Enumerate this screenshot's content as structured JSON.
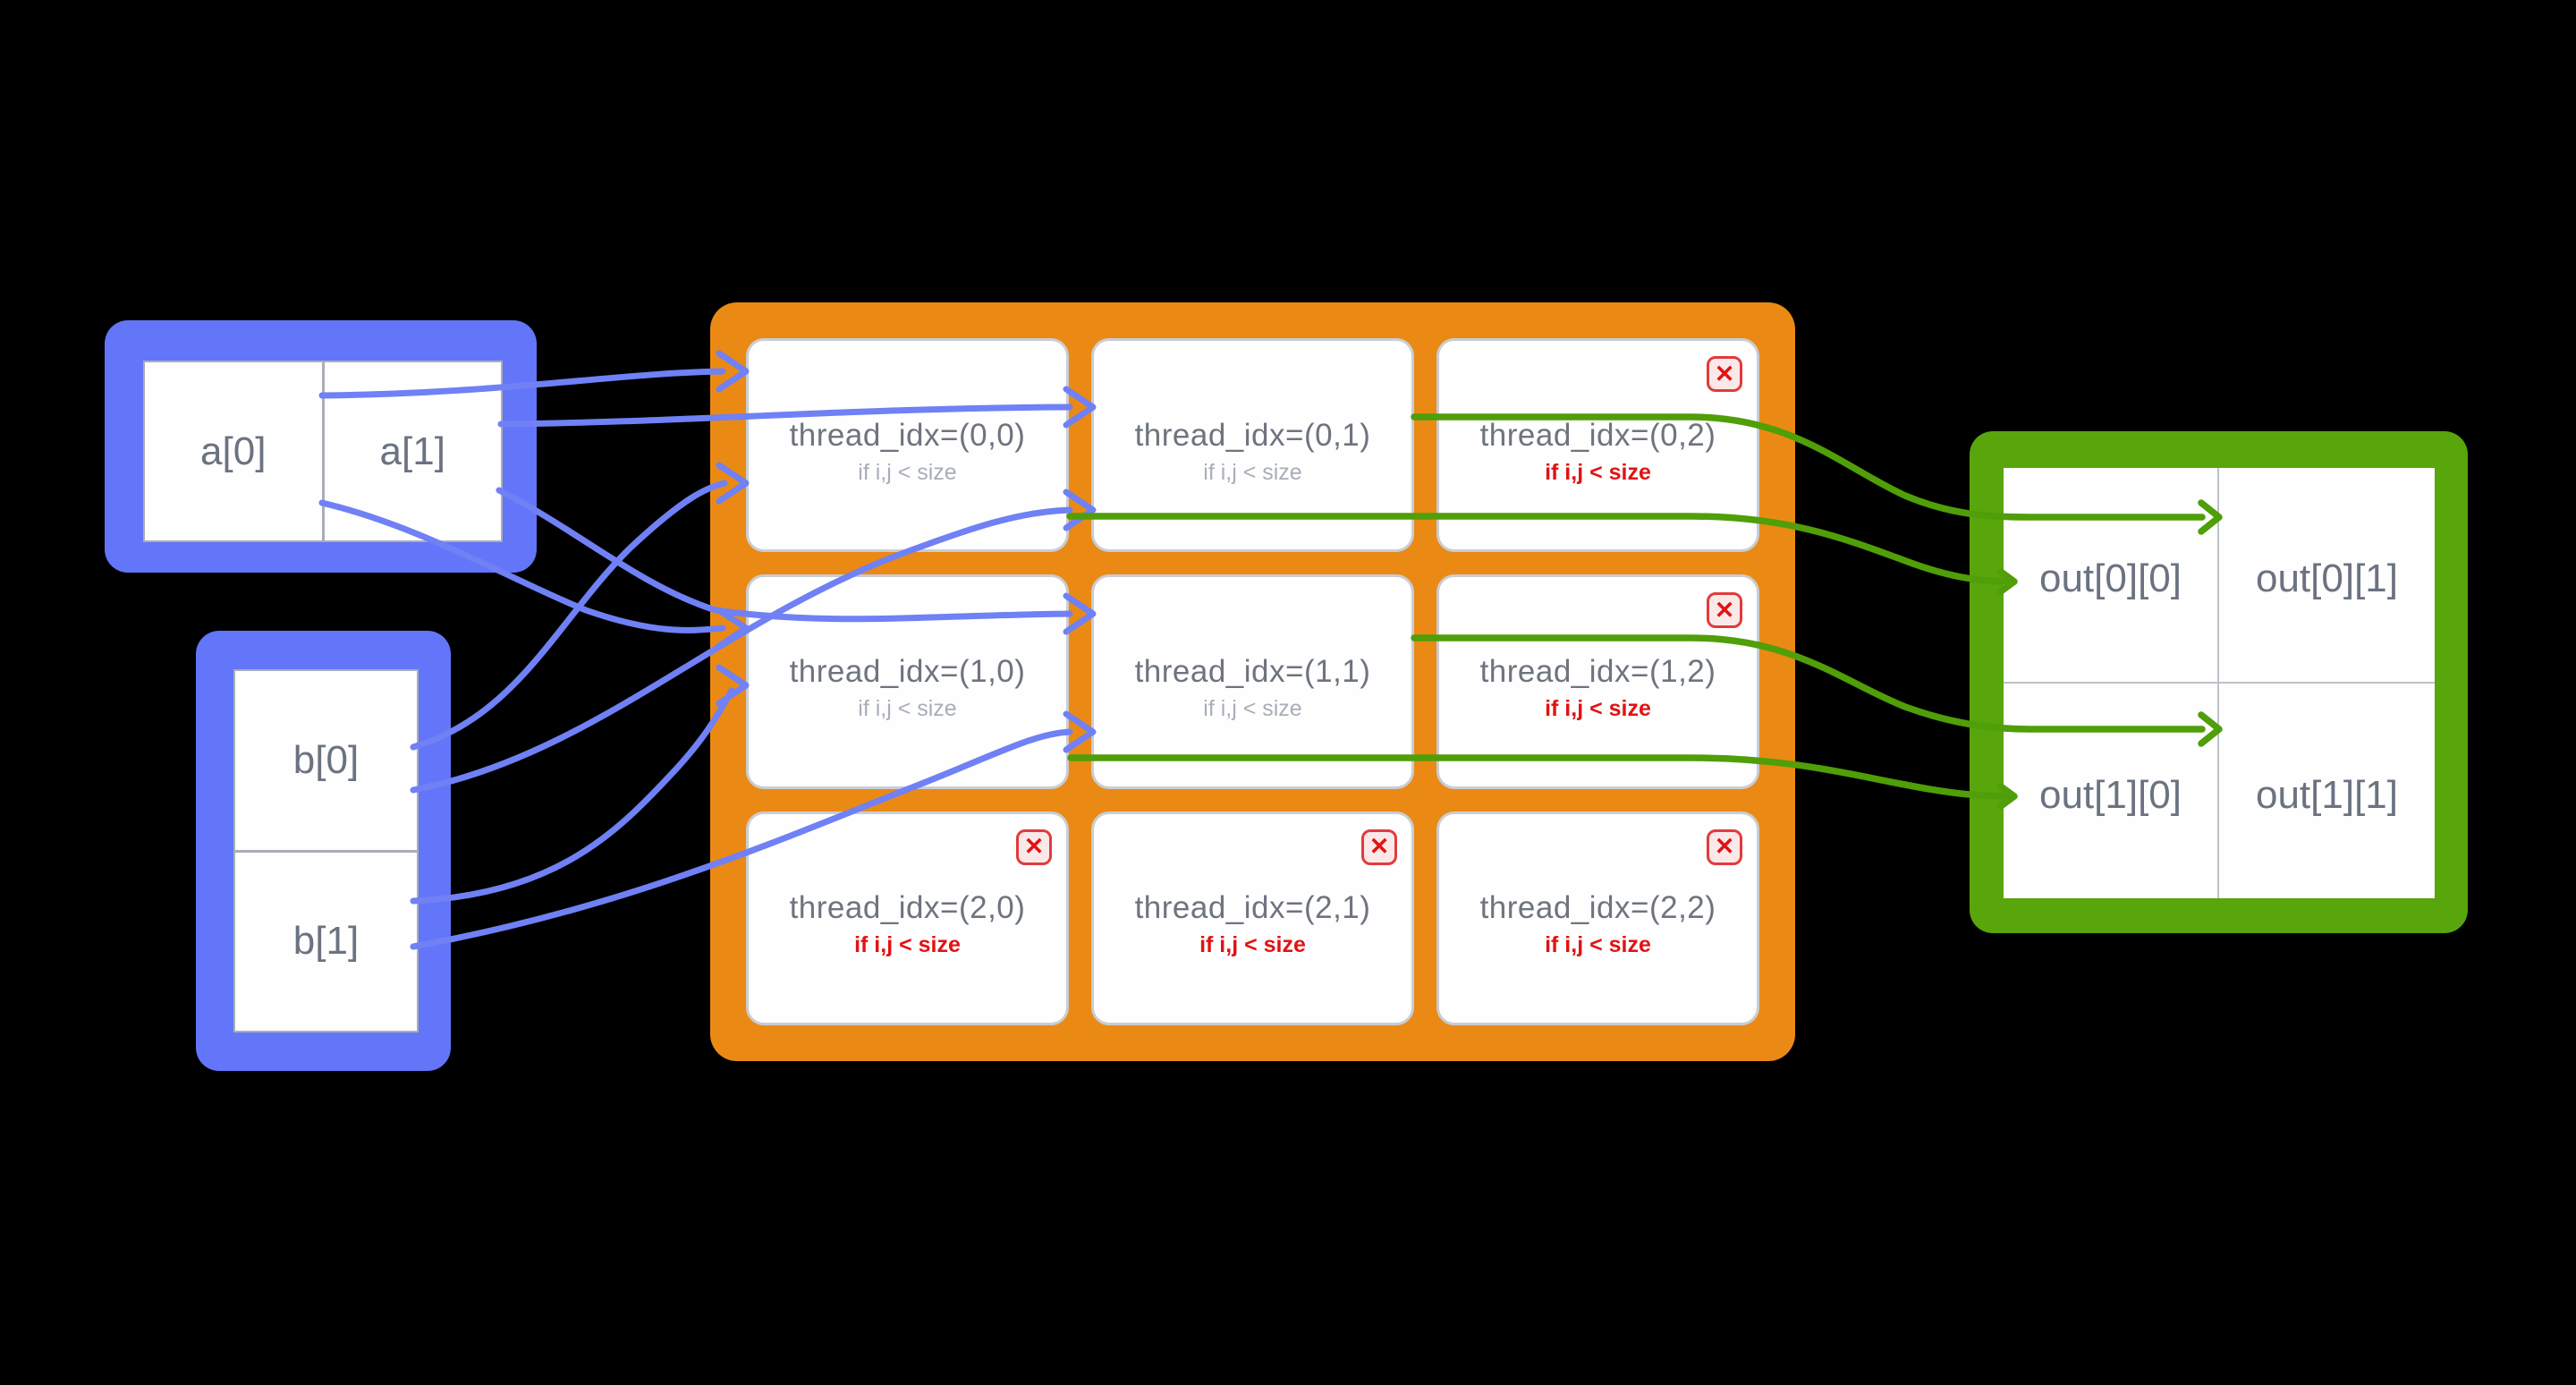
{
  "matrix_a": {
    "cells": [
      "a[0]",
      "a[1]"
    ]
  },
  "matrix_b": {
    "cells": [
      "b[0]",
      "b[1]"
    ]
  },
  "thread_grid": {
    "badge_icon": "✕",
    "cells": [
      {
        "title": "thread_idx=(0,0)",
        "condition": "if i,j < size",
        "in_bounds": true
      },
      {
        "title": "thread_idx=(0,1)",
        "condition": "if i,j < size",
        "in_bounds": true
      },
      {
        "title": "thread_idx=(0,2)",
        "condition": "if i,j < size",
        "in_bounds": false
      },
      {
        "title": "thread_idx=(1,0)",
        "condition": "if i,j < size",
        "in_bounds": true
      },
      {
        "title": "thread_idx=(1,1)",
        "condition": "if i,j < size",
        "in_bounds": true
      },
      {
        "title": "thread_idx=(1,2)",
        "condition": "if i,j < size",
        "in_bounds": false
      },
      {
        "title": "thread_idx=(2,0)",
        "condition": "if i,j < size",
        "in_bounds": false
      },
      {
        "title": "thread_idx=(2,1)",
        "condition": "if i,j < size",
        "in_bounds": false
      },
      {
        "title": "thread_idx=(2,2)",
        "condition": "if i,j < size",
        "in_bounds": false
      }
    ]
  },
  "matrix_out": {
    "cells": [
      "out[0][0]",
      "out[0][1]",
      "out[1][0]",
      "out[1][1]"
    ]
  },
  "connections": {
    "blue": [
      {
        "from": "a[0]",
        "to": "thread(0,0)"
      },
      {
        "from": "a[1]",
        "to": "thread(0,1)"
      },
      {
        "from": "a[0]",
        "to": "thread(1,0)"
      },
      {
        "from": "a[1]",
        "to": "thread(1,1)"
      },
      {
        "from": "b[0]",
        "to": "thread(0,0)"
      },
      {
        "from": "b[0]",
        "to": "thread(0,1)"
      },
      {
        "from": "b[1]",
        "to": "thread(1,0)"
      },
      {
        "from": "b[1]",
        "to": "thread(1,1)"
      }
    ],
    "green": [
      {
        "from": "thread(0,0)",
        "to": "out[0][0]"
      },
      {
        "from": "thread(0,1)",
        "to": "out[0][1]"
      },
      {
        "from": "thread(1,0)",
        "to": "out[1][0]"
      },
      {
        "from": "thread(1,1)",
        "to": "out[1][1]"
      }
    ]
  },
  "colors": {
    "input_blue": "#6375F8",
    "wire_blue": "#7080F5",
    "grid_orange": "#EA8A14",
    "output_green": "#58A50C",
    "wire_green": "#509E08",
    "invalid_red": "#E31212",
    "label_gray": "#6B7280",
    "muted_gray": "#A8AEB8"
  }
}
